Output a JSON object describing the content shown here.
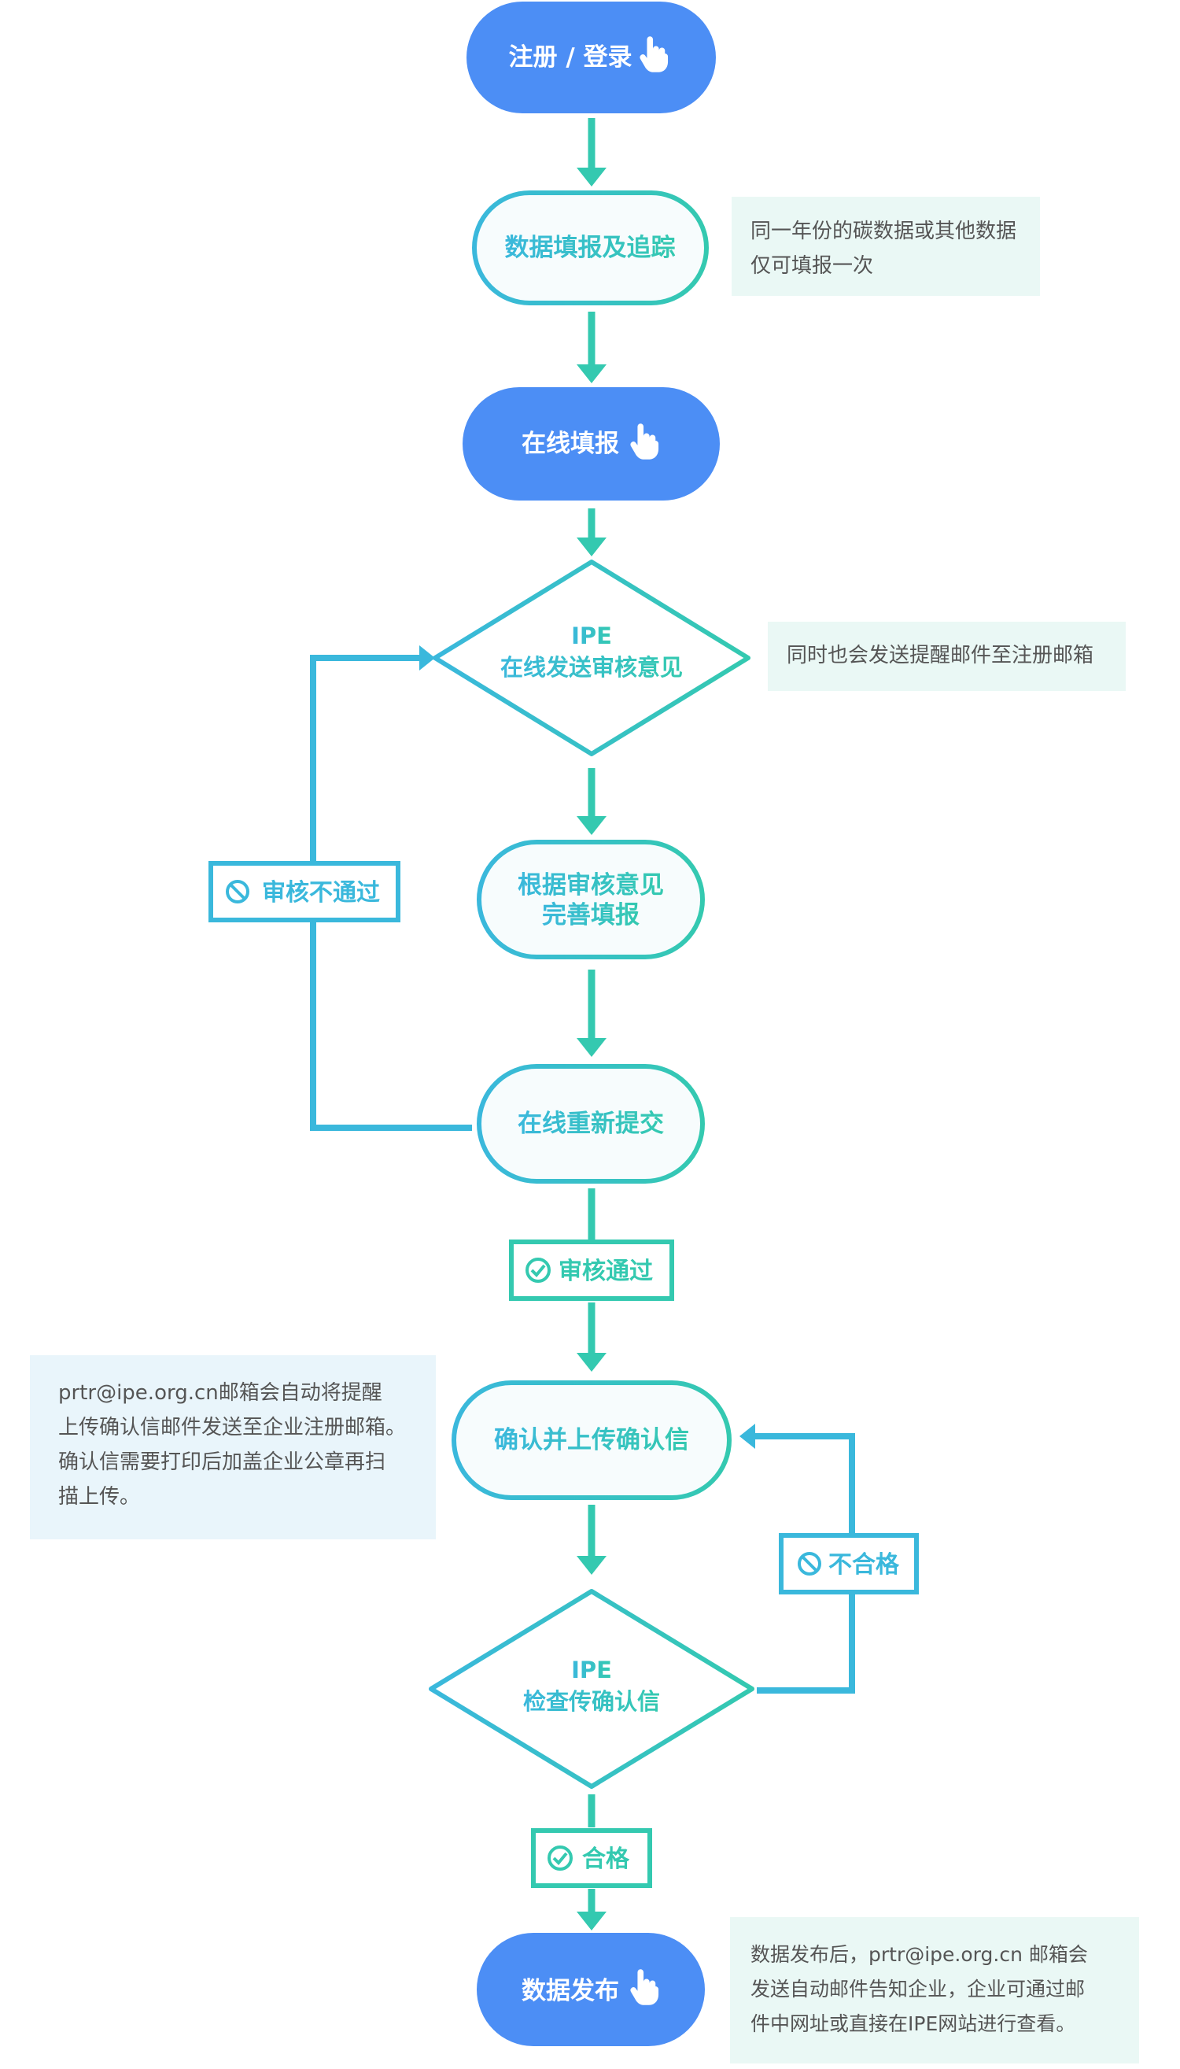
{
  "colors": {
    "teal": "#34c9b0",
    "cyan": "#3ab8dc",
    "blue_button": "#4c8ef5",
    "green_note_bg": "#eaf8f5",
    "blue_note_bg": "#e9f5fb",
    "note_text": "#555555"
  },
  "nodes": {
    "register_login": "注册 / 登录",
    "fill_track": "数据填报及追踪",
    "online_fill": "在线填报",
    "ipe_review_line1": "IPE",
    "ipe_review_line2": "在线发送审核意见",
    "revise_line1": "根据审核意见",
    "revise_line2": "完善填报",
    "resubmit": "在线重新提交",
    "upload_confirm": "确认并上传确认信",
    "ipe_check_line1": "IPE",
    "ipe_check_line2": "检查传确认信",
    "publish": "数据发布"
  },
  "labels": {
    "review_fail": "审核不通过",
    "review_pass": "审核通过",
    "check_fail": "不合格",
    "check_pass": "合格"
  },
  "icons": {
    "pointer": "hand-pointer-icon",
    "ban": "ban-icon",
    "check": "check-circle-icon"
  },
  "notes": {
    "fill_once": [
      "同一年份的碳数据或其他数据",
      "仅可填报一次"
    ],
    "reminder_email": [
      "同时也会发送提醒邮件至注册邮箱"
    ],
    "upload_info": [
      "prtr@ipe.org.cn邮箱会自动将提醒",
      "上传确认信邮件发送至企业注册邮箱。",
      "确认信需要打印后加盖企业公章再扫",
      "描上传。"
    ],
    "publish_info": [
      "数据发布后，prtr@ipe.org.cn 邮箱会",
      "发送自动邮件告知企业，企业可通过邮",
      "件中网址或直接在IPE网站进行查看。"
    ]
  }
}
